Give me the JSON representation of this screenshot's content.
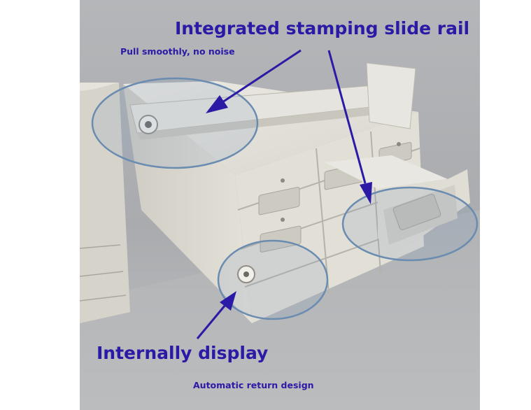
{
  "labels": {
    "main": "Integrated stamping slide rail",
    "pull": "Pull smoothly, no noise",
    "internal": "Internally display",
    "auto": "Automatic return design"
  },
  "colors": {
    "label_text": "#2b1aa6",
    "arrow": "#2b1aa6",
    "background": "#ffffff",
    "photo_backdrop": "#a7a9ac",
    "cabinet": "#dedbd2",
    "callout_circle": "#6f8fb0"
  }
}
